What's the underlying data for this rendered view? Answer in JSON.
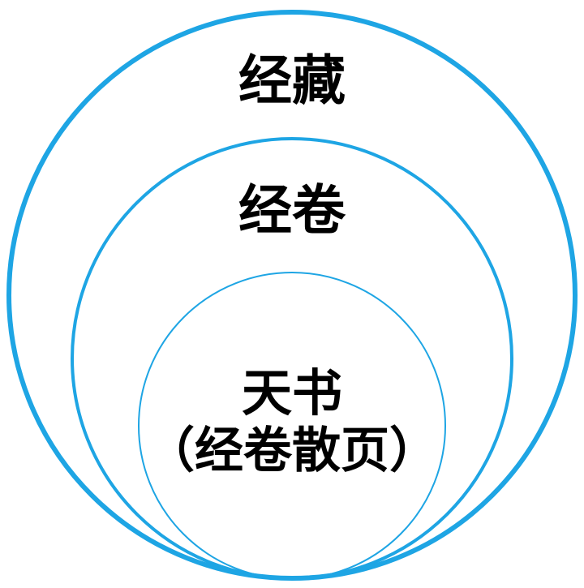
{
  "diagram": {
    "outer": {
      "label": "经藏"
    },
    "middle": {
      "label": "经卷"
    },
    "inner": {
      "label_line1": "天书",
      "label_line2": "（经卷散页）"
    }
  },
  "colors": {
    "ring": "#1ea5e4",
    "text": "#000000",
    "background": "#ffffff"
  }
}
